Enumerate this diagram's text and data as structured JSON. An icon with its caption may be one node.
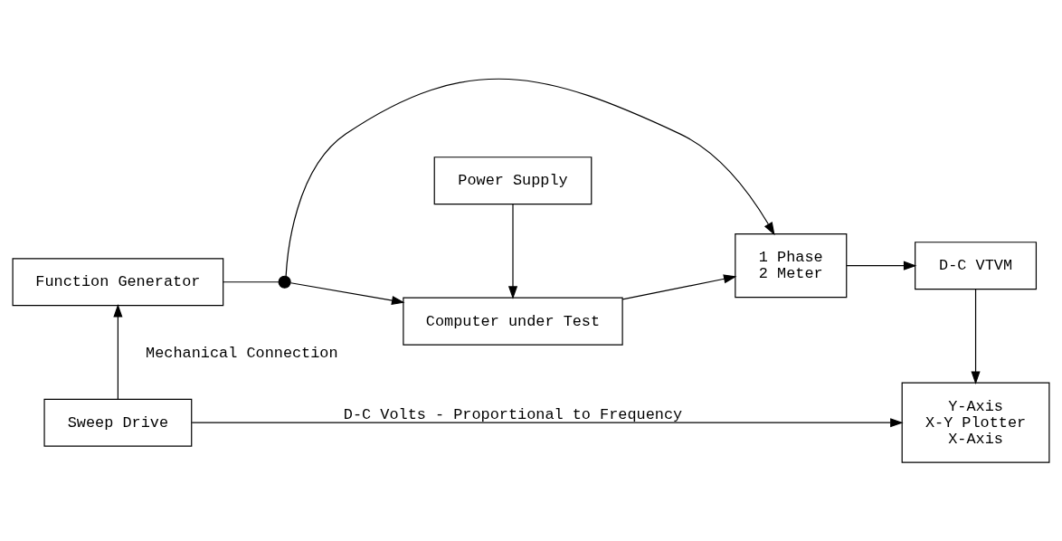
{
  "diagram": {
    "nodes": [
      {
        "text": [
          "Power Supply"
        ]
      },
      {
        "text": [
          "Function Generator"
        ]
      },
      {
        "text": [],
        "shape": "circle"
      },
      {
        "text": [
          "Computer under Test"
        ]
      },
      {
        "text": [
          "1 Phase",
          "2 Meter"
        ]
      },
      {
        "text": [
          "D-C VTVM"
        ]
      },
      {
        "text": [
          "Sweep Drive"
        ]
      },
      {
        "text": [
          "Y-Axis",
          "X-Y Plotter",
          "X-Axis"
        ]
      }
    ],
    "edges": [
      {
        "from": 0,
        "to": 3,
        "arrow": "to"
      },
      {
        "from": 1,
        "to": 2,
        "arrow": "none"
      },
      {
        "from": 2,
        "to": 3,
        "arrow": "to"
      },
      {
        "from": 3,
        "to": 4,
        "arrow": "to"
      },
      {
        "from": 2,
        "to": 4,
        "arrow": "to"
      },
      {
        "from": 4,
        "to": 5,
        "arrow": "to"
      },
      {
        "from": 5,
        "to": 7,
        "arrow": "to"
      },
      {
        "from": 6,
        "to": 1,
        "arrow": "to",
        "label": "Mechanical Connection"
      },
      {
        "from": 6,
        "to": 7,
        "arrow": "to",
        "label": "D-C Volts - Proportional to Frequency"
      }
    ]
  }
}
